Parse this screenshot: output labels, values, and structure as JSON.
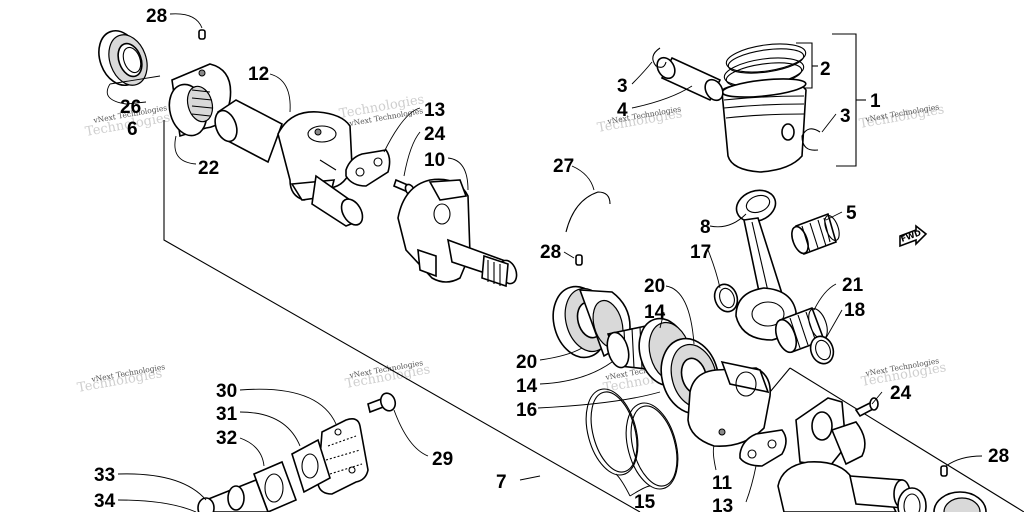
{
  "diagram": {
    "callouts": [
      "28",
      "26",
      "6",
      "22",
      "12",
      "13",
      "24",
      "10",
      "3",
      "4",
      "2",
      "3",
      "1",
      "27",
      "8",
      "5",
      "17",
      "28",
      "21",
      "18",
      "20",
      "14",
      "20",
      "14",
      "16",
      "30",
      "31",
      "32",
      "29",
      "24",
      "28",
      "33",
      "34",
      "7",
      "15",
      "11",
      "13"
    ],
    "watermark": "vNext Technologies",
    "direction_label": "FWD"
  }
}
